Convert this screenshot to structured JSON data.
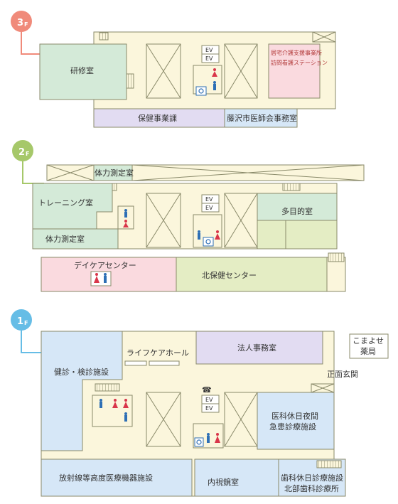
{
  "colors": {
    "floor_base": "#fbf6dc",
    "wall": "#8a8a6a",
    "green_room": "#d4ead8",
    "lavender_room": "#e2dcf2",
    "pink_room": "#fadadf",
    "lime_room": "#e4edc4",
    "blue_room": "#d6e7f7",
    "badge_3f": "#f08a7a",
    "badge_2f": "#a6c86a",
    "badge_1f": "#66bde6",
    "male_icon": "#2e6fb5",
    "female_icon": "#d9364a"
  },
  "floor3": {
    "badge_number": "3",
    "badge_suffix": "F",
    "rooms": {
      "training_room": "研修室",
      "home_care_office_1": "居宅介護支援事業所",
      "home_care_office_2": "訪問看護ステーション",
      "health_division": "保健事業課",
      "medical_association": "藤沢市医師会事務室"
    },
    "elevator_labels": [
      "EV",
      "EV"
    ]
  },
  "floor2": {
    "badge_number": "2",
    "badge_suffix": "F",
    "rooms": {
      "fitness_room_upper": "体力測定室",
      "training_gym": "トレーニング室",
      "fitness_room": "体力測定室",
      "multipurpose_room": "多目的室",
      "day_care_center": "デイケアセンター",
      "north_health_center": "北保健センター"
    },
    "elevator_labels": [
      "EV",
      "EV"
    ]
  },
  "floor1": {
    "badge_number": "1",
    "badge_suffix": "F",
    "rooms": {
      "checkup_facility": "健診・検診施設",
      "life_care_hall": "ライフケアホール",
      "corporate_office": "法人事務室",
      "main_entrance": "正面玄関",
      "holiday_night_clinic_1": "医科休日夜間",
      "holiday_night_clinic_2": "急患診療施設",
      "radiology_facility": "放射線等高度医療機器施設",
      "endoscopy_room": "内視鏡室",
      "dental_clinic_1": "歯科休日診療施設",
      "dental_clinic_2": "北部歯科診療所"
    },
    "elevator_labels": [
      "EV",
      "EV"
    ],
    "komayose_1": "こまよせ",
    "komayose_2": "薬局"
  }
}
